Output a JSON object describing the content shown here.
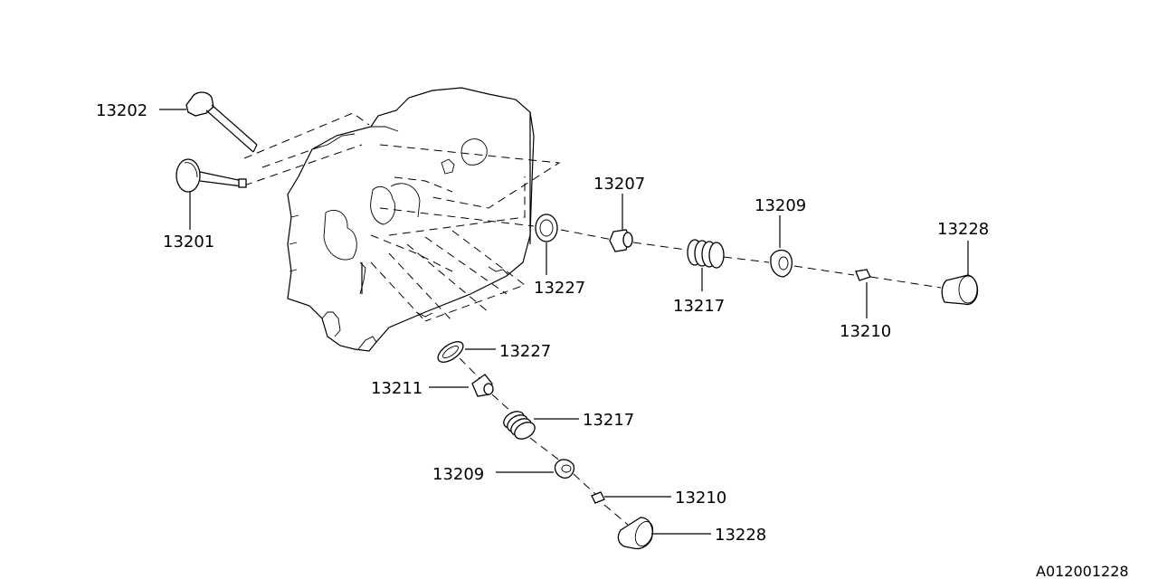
{
  "labels": {
    "exhaust_valve": "13202",
    "intake_valve": "13201",
    "guide_upper": "13207",
    "spring_retainer_upper": "13209",
    "lifter_upper": "13228",
    "seal_upper": "13227",
    "spring_upper": "13217",
    "key_upper": "13210",
    "seal_lower": "13227",
    "guide_lower": "13211",
    "spring_lower": "13217",
    "retainer_lower": "13209",
    "key_lower": "13210",
    "lifter_lower": "13228"
  },
  "diagram_id": "A012001228"
}
